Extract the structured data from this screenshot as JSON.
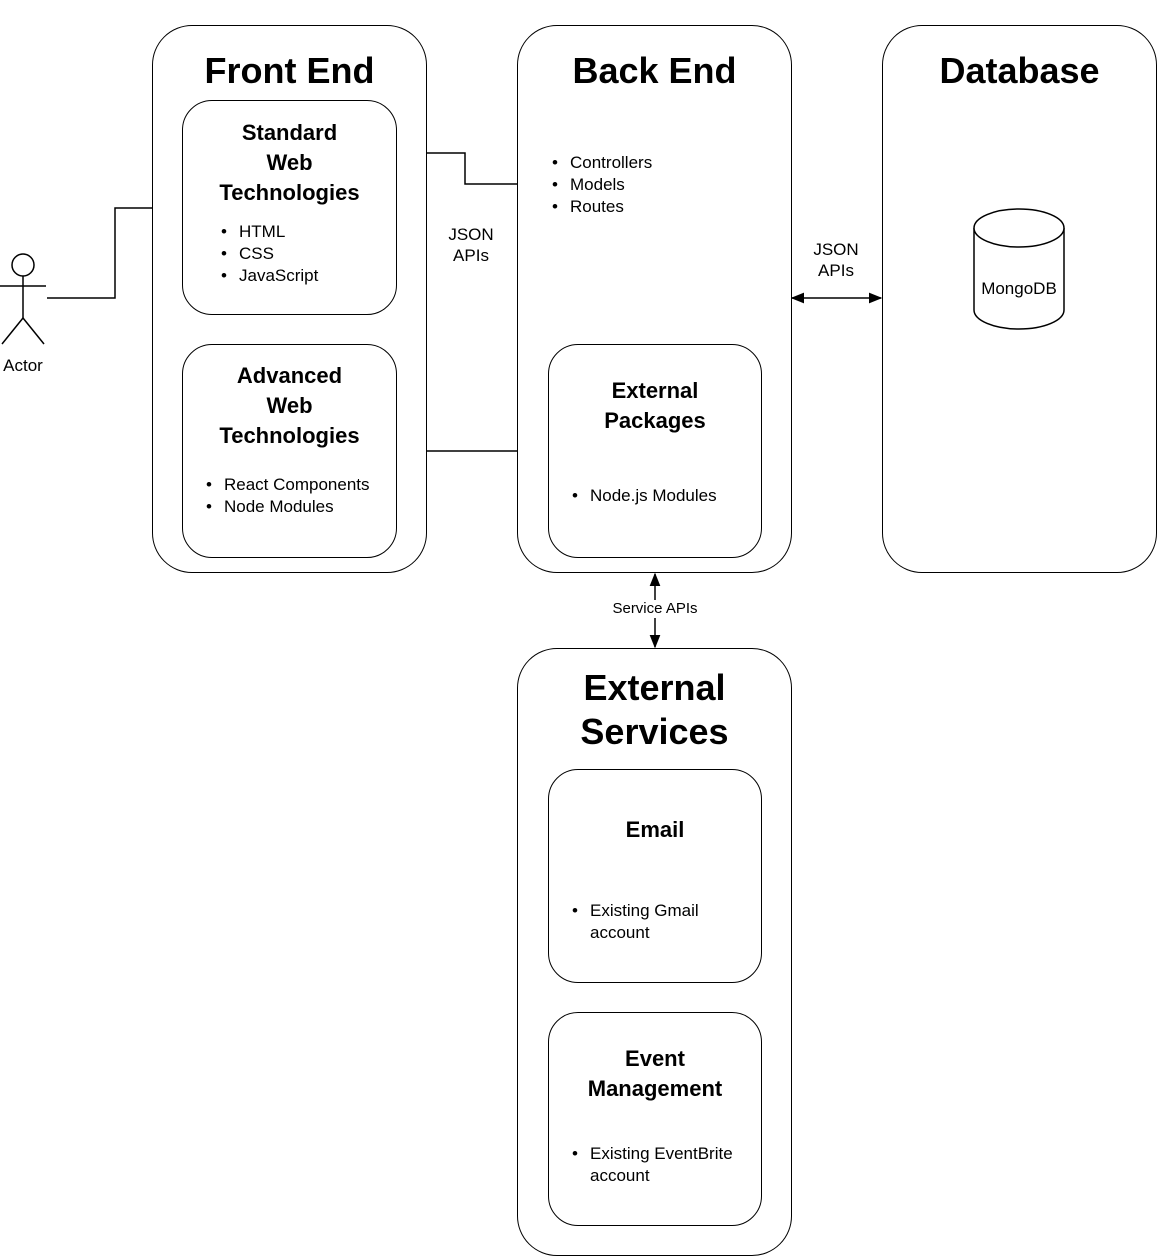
{
  "actor": {
    "label": "Actor"
  },
  "front_end": {
    "title": "Front End",
    "standard": {
      "title_lines": [
        "Standard",
        "Web",
        "Technologies"
      ],
      "items": [
        "HTML",
        "CSS",
        "JavaScript"
      ]
    },
    "advanced": {
      "title_lines": [
        "Advanced",
        "Web",
        "Technologies"
      ],
      "items": [
        "React Components",
        "Node Modules"
      ]
    }
  },
  "back_end": {
    "title": "Back End",
    "items": [
      "Controllers",
      "Models",
      "Routes"
    ],
    "external_packages": {
      "title_lines": [
        "External",
        "Packages"
      ],
      "items": [
        "Node.js Modules"
      ]
    }
  },
  "database": {
    "title": "Database",
    "store": "MongoDB"
  },
  "external_services": {
    "title_lines": [
      "External",
      "Services"
    ],
    "email": {
      "title": "Email",
      "items": [
        "Existing Gmail account"
      ]
    },
    "event": {
      "title_lines": [
        "Event",
        "Management"
      ],
      "items": [
        "Existing EventBrite account"
      ]
    }
  },
  "connections": {
    "json_apis_front": [
      "JSON",
      "APIs"
    ],
    "json_apis_db": [
      "JSON",
      "APIs"
    ],
    "service_apis": "Service APIs"
  }
}
